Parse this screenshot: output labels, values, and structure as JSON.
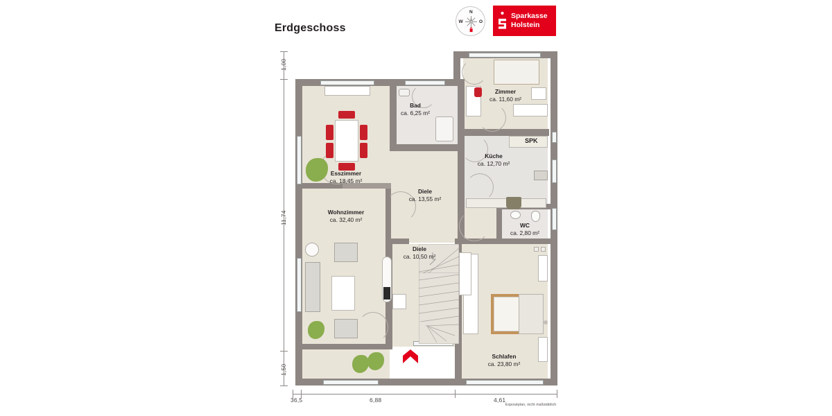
{
  "header": {
    "title": "Erdgeschoss",
    "compass": {
      "north": "N",
      "west": "W",
      "east": "O",
      "icon": "compass-rose-icon"
    },
    "logo": {
      "line1": "Sparkasse",
      "line2": "Holstein",
      "brand_color": "#e2001a",
      "mark": "sparkasse-s-icon"
    }
  },
  "plan": {
    "footnote": "Exposéplan, nicht maßstäblich",
    "rooms": [
      {
        "name": "Bad",
        "area": "ca. 6,25 m²"
      },
      {
        "name": "Zimmer",
        "area": "ca. 11,60 m²"
      },
      {
        "name": "Küche",
        "area": "ca. 12,70 m²"
      },
      {
        "name": "Esszimmer",
        "area": "ca. 18,45 m²"
      },
      {
        "name": "Diele",
        "area": "ca. 13,55 m²"
      },
      {
        "name": "Wohnzimmer",
        "area": "ca. 32,40 m²"
      },
      {
        "name": "WC",
        "area": "ca. 2,80 m²"
      },
      {
        "name": "Diele",
        "area": "ca. 10,50 m²"
      },
      {
        "name": "Schlafen",
        "area": "ca. 23,80 m²"
      }
    ],
    "annotations": {
      "spk": "SPK"
    },
    "dimensions": {
      "vertical": [
        "1,00",
        "11,74",
        "1,50"
      ],
      "horizontal": [
        "36,5",
        "6,88",
        "4,61"
      ]
    },
    "colors": {
      "wall": "#8d8682",
      "floor": "#e9e4d8",
      "tile": "#e6e4e1",
      "accent_red": "#e2001a",
      "chair_red": "#c8202a"
    }
  }
}
